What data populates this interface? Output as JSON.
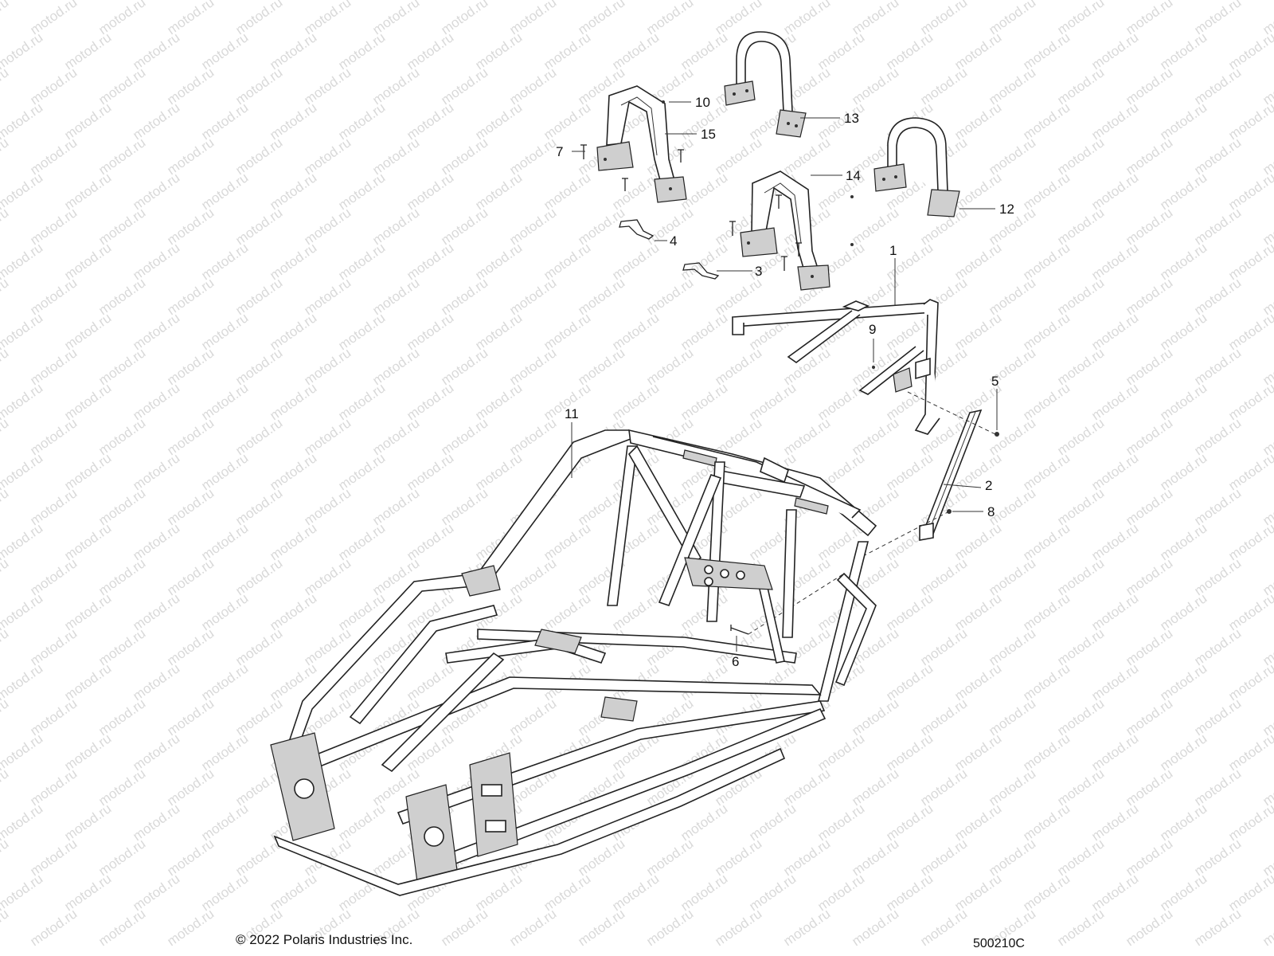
{
  "watermark": "motod.ru",
  "callouts": [
    {
      "id": "1",
      "label": "1"
    },
    {
      "id": "2",
      "label": "2"
    },
    {
      "id": "3",
      "label": "3"
    },
    {
      "id": "4",
      "label": "4"
    },
    {
      "id": "5",
      "label": "5"
    },
    {
      "id": "6",
      "label": "6"
    },
    {
      "id": "7",
      "label": "7"
    },
    {
      "id": "8",
      "label": "8"
    },
    {
      "id": "9",
      "label": "9"
    },
    {
      "id": "10",
      "label": "10"
    },
    {
      "id": "11",
      "label": "11"
    },
    {
      "id": "12",
      "label": "12"
    },
    {
      "id": "13",
      "label": "13"
    },
    {
      "id": "14",
      "label": "14"
    },
    {
      "id": "15",
      "label": "15"
    }
  ],
  "footer": {
    "copyright": "© 2022 Polaris Industries Inc.",
    "diagram_id": "500210C"
  },
  "colors": {
    "line": "#222222",
    "watermark": "#d9d9d9",
    "background": "#ffffff"
  }
}
